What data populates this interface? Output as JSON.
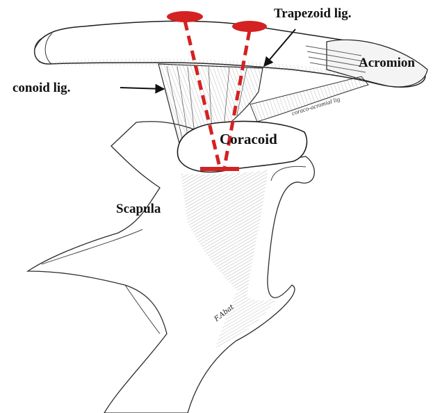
{
  "labels": {
    "trapezoid": "Trapezoid lig.",
    "acromion": "Acromion",
    "conoid": "conoid lig.",
    "coracoid": "Coracoid",
    "scapula": "Scapula",
    "coraco_acromial": "coraco-acromial lig"
  },
  "signature": "F.Abat",
  "colors": {
    "marker": "#d42222",
    "ink": "#1a1a1a",
    "shade": "#8c8c8c"
  }
}
